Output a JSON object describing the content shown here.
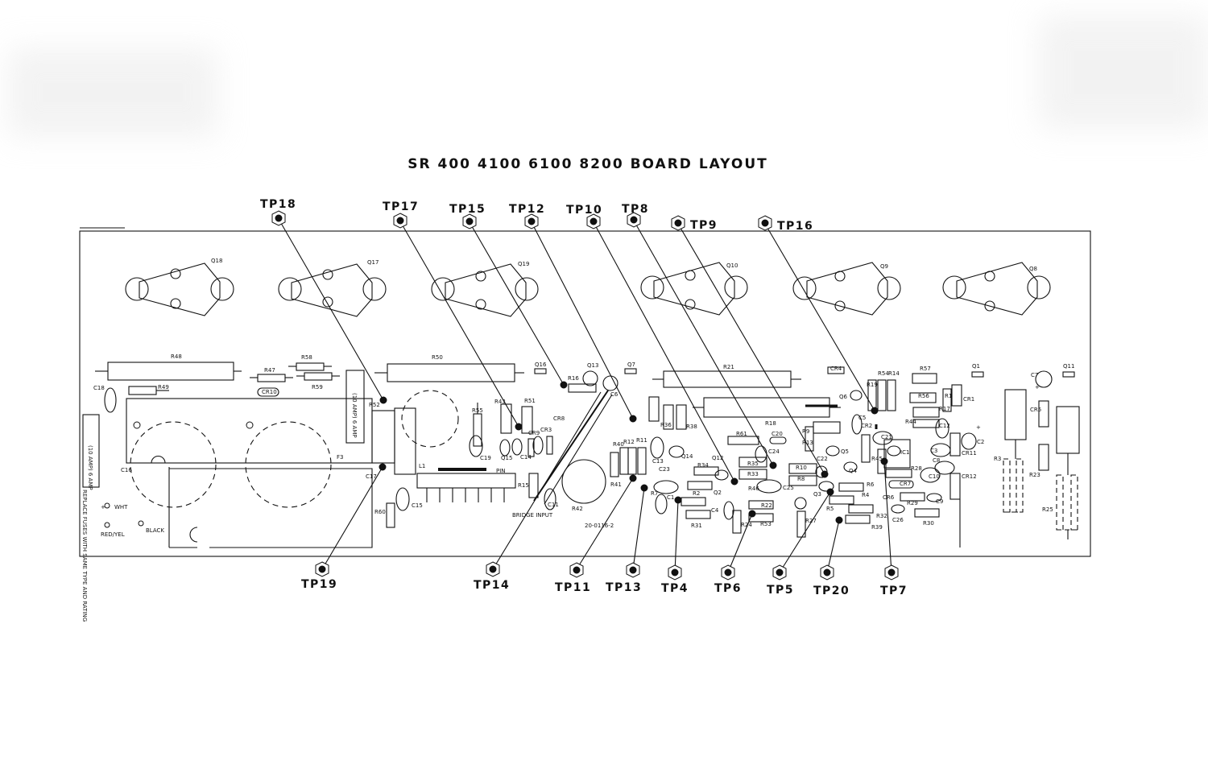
{
  "title": "SR 400 4100 6100 8200 BOARD LAYOUT",
  "test_points_top": [
    "TP18",
    "TP17",
    "TP15",
    "TP12",
    "TP10",
    "TP8",
    "TP9",
    "TP16"
  ],
  "test_points_bottom": [
    "TP19",
    "TP14",
    "TP11",
    "TP13",
    "TP4",
    "TP6",
    "TP5",
    "TP20",
    "TP7"
  ],
  "transistors": [
    "Q18",
    "Q17",
    "Q19",
    "Q10",
    "Q9",
    "Q8"
  ],
  "refs": {
    "R48": "R48",
    "R58": "R58",
    "R47": "R47",
    "R59": "R59",
    "R49": "R49",
    "CR10": "CR10",
    "C18": "C18",
    "R50": "R50",
    "R52": "R52",
    "F3": "F3",
    "C16": "C16",
    "C17": "C17",
    "L1": "L1",
    "R60": "R60",
    "C15": "C15",
    "Q16": "Q16",
    "Q13": "Q13",
    "Q7": "Q7",
    "R16": "R16",
    "C6": "C6",
    "R43": "R43",
    "R51": "R51",
    "R55": "R55",
    "CR9": "CR9",
    "CR3": "CR3",
    "CR8": "CR8",
    "C19": "C19",
    "Q15": "Q15",
    "C14": "C14",
    "R15": "R15",
    "C11": "C11",
    "PIN": "PIN",
    "R42": "R42",
    "R40": "R40",
    "R12": "R12",
    "R7a": "R7",
    "R41": "R41",
    "C13": "C13",
    "Q14": "Q14",
    "C23": "C23",
    "R7": "R7",
    "C1": "C1",
    "R2": "R2",
    "R31": "R31",
    "C4": "C4",
    "Q2": "Q2",
    "R24": "R24",
    "R22": "R22",
    "R53": "R53",
    "R34": "R34",
    "Q12": "Q12",
    "R35": "R35",
    "R33": "R33",
    "R46": "R46",
    "C25": "C25",
    "R21": "R21",
    "R36": "R36",
    "R38": "R38",
    "R18": "R18",
    "R61": "R61",
    "C20": "C20",
    "C24": "C24",
    "R9": "R9",
    "R13": "R13",
    "C22": "C22",
    "R10": "R10",
    "R8": "R8",
    "Q3": "Q3",
    "Q5": "Q5",
    "Q4": "Q4",
    "R6": "R6",
    "R5": "R5",
    "R4": "R4",
    "R32": "R32",
    "R39": "R39",
    "R27": "R27",
    "CR4": "CR4",
    "Q6": "Q6",
    "R19": "R19",
    "R54": "R54",
    "R14": "R14",
    "C5": "C5",
    "CR2": "CR2",
    "C21": "C21",
    "R45": "R45",
    "IC1": "IC1",
    "R28": "R28",
    "CR7": "CR7",
    "CR6": "CR6",
    "R29": "R29",
    "C26": "C26",
    "R30": "R30",
    "C9": "C9",
    "C10": "C10",
    "R57": "R57",
    "R56": "R56",
    "R17": "R17",
    "R44": "R44",
    "R1": "R1",
    "Q1": "Q1",
    "CR1": "CR1",
    "C12": "C12",
    "C2": "C2",
    "C3": "C3",
    "CR11": "CR11",
    "C8": "C8",
    "CR12": "CR12",
    "C7": "C7",
    "Q11": "Q11",
    "CR5": "CR5",
    "R3": "R3",
    "R23": "R23",
    "R25": "R25",
    "R11": "R11"
  },
  "fuse_label_left": "(10 AMP) 6 AMP",
  "fuse_label_mid": "(10 AMP) 6 AMP",
  "fuse_note": "REPLACE FUSES WITH SAME TYPE AND RATING",
  "wire_wht": "WHT",
  "wire_red": "RED/YEL",
  "wire_black": "BLACK",
  "bridge_input": "BRIDGE INPUT",
  "part_number": "20-0116-2",
  "plus_sign": "+"
}
